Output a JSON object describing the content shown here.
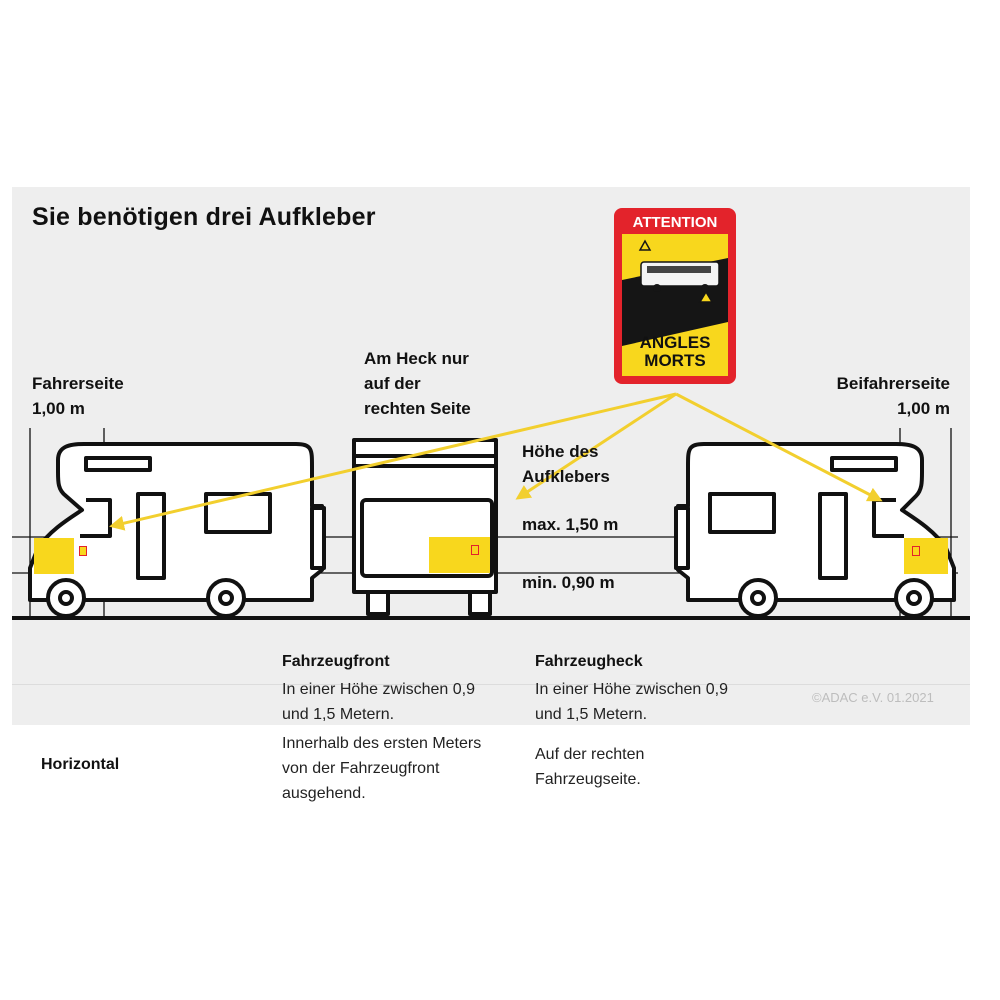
{
  "title": "Sie benötigen drei Aufkleber",
  "sticker": {
    "top_text": "ATTENTION",
    "bottom_line1": "ANGLES",
    "bottom_line2": "MORTS"
  },
  "labels": {
    "driver_side": [
      "Fahrerseite",
      "1,00 m"
    ],
    "rear": [
      "Am Heck nur",
      "auf der",
      "rechten Seite"
    ],
    "passenger_side": [
      "Beifahrerseite",
      "1,00 m"
    ],
    "sticker_height": [
      "Höhe des",
      "Aufklebers"
    ],
    "max": "max. 1,50 m",
    "min": "min. 0,90 m"
  },
  "copyright": "©ADAC e.V.  01.2021",
  "table": {
    "columns": [
      {
        "heading": "Fahrzeugfront",
        "height_text": [
          "In einer Höhe zwischen 0,9",
          "und 1,5 Metern."
        ],
        "horizontal_text": [
          "Innerhalb des ersten Meters",
          "von der Fahrzeugfront",
          "ausgehend."
        ]
      },
      {
        "heading": "Fahrzeugheck",
        "height_text": [
          "In einer Höhe zwischen 0,9",
          "und 1,5 Metern."
        ],
        "horizontal_text": [
          "Auf der rechten",
          "Fahrzeugseite."
        ]
      }
    ],
    "row_label": "Horizontal"
  },
  "colors": {
    "sticker_yellow": "#f8d71d",
    "sticker_red": "#e3232b",
    "arrow": "#f2cf2e",
    "outline": "#111111",
    "panel": "#eeeeee"
  }
}
